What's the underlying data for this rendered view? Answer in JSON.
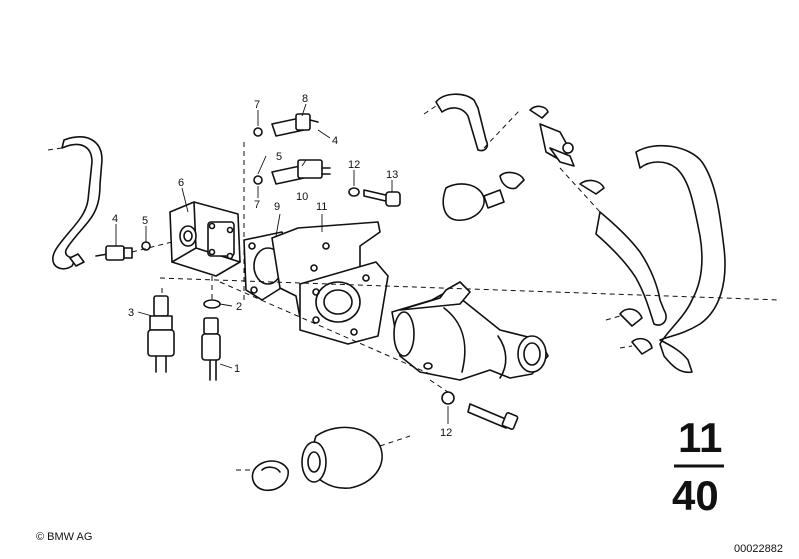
{
  "part_labels": [
    "7",
    "8",
    "4",
    "5",
    "6",
    "12",
    "13",
    "10",
    "9",
    "11",
    "7",
    "4",
    "5",
    "3",
    "2",
    "1",
    "12"
  ],
  "group_number": {
    "top": "11",
    "bottom": "40"
  },
  "copyright": "© BMW AG",
  "diagram_id": "00022882"
}
